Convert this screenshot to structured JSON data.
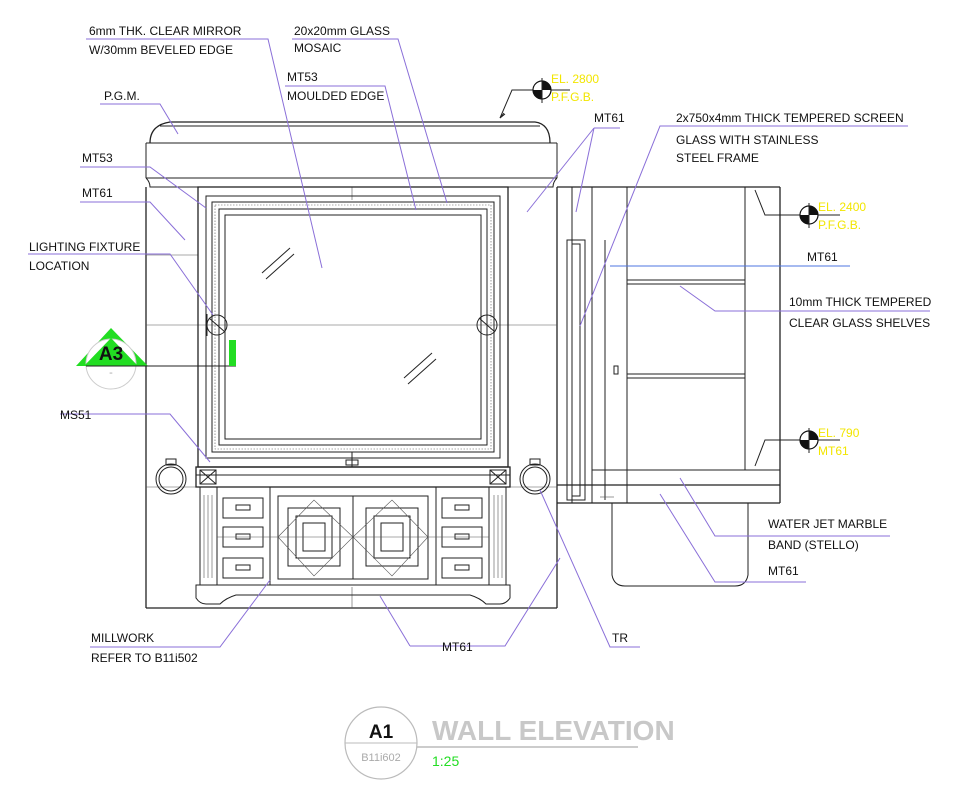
{
  "labels": {
    "mirror_1": "6mm THK. CLEAR MIRROR",
    "mirror_2": "W/30mm BEVELED EDGE",
    "mosaic_1": "20x20mm GLASS",
    "mosaic_2": "MOSAIC",
    "mt53_top": "MT53",
    "moulded": "MOULDED EDGE",
    "pgm": "P.G.M.",
    "mt53_left": "MT53",
    "mt61_left": "MT61",
    "lighting_1": "LIGHTING FIXTURE",
    "lighting_2": "LOCATION",
    "ms51": "MS51",
    "millwork_1": "MILLWORK",
    "millwork_2": "REFER TO  B11i502",
    "mt61_bottom": "MT61",
    "tr": "TR",
    "mt61_top_right": "MT61",
    "screen_1": "2x750x4mm THICK TEMPERED  SCREEN",
    "screen_2": "GLASS WITH STAINLESS",
    "screen_3": "STEEL FRAME",
    "mt61_right": "MT61",
    "shelves_1": "10mm THICK TEMPERED",
    "shelves_2": "CLEAR GLASS SHELVES",
    "band_1": "WATER JET MARBLE",
    "band_2": "BAND (STELLO)",
    "mt61_right_low": "MT61"
  },
  "levels": {
    "el_2800_1": "EL. 2800",
    "el_2800_2": "P.F.G.B.",
    "el_2400_1": "EL. 2400",
    "el_2400_2": "P.F.G.B.",
    "el_790_1": "EL. 790",
    "el_790_2": "MT61"
  },
  "section_tag": {
    "id": "A3",
    "sub": "-"
  },
  "title_block": {
    "number": "A1",
    "sheet": "B11i602",
    "title": "WALL ELEVATION",
    "scale": "1:25"
  },
  "colors": {
    "leader": "#8a6fd8",
    "leader_alt": "#4d74e0",
    "level_text": "#f2e600",
    "section_marker": "#22dd22",
    "title_gray": "#c8c8c8",
    "scale_green": "#22dd22"
  }
}
